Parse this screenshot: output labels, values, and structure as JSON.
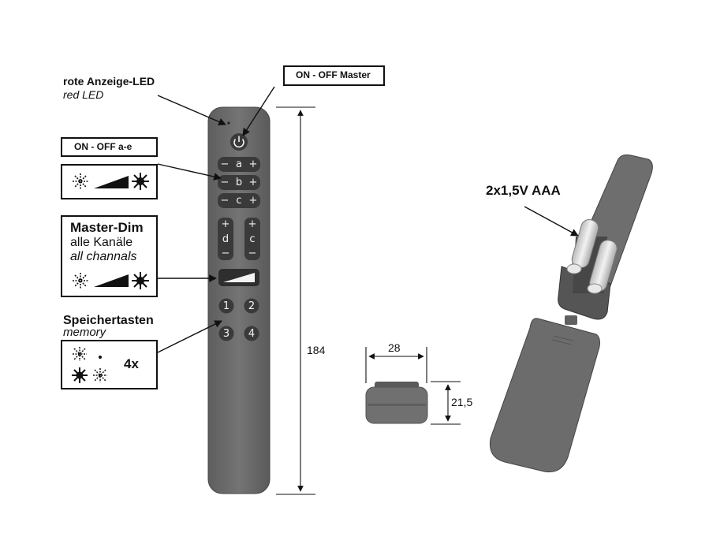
{
  "callouts": {
    "led_de": "rote Anzeige-LED",
    "led_en": "red LED",
    "master_box": "ON - OFF  Master",
    "onoff_box": "ON - OFF   a-e",
    "masterdim_title": "Master-Dim",
    "masterdim_de": "alle Kanäle",
    "masterdim_en": "all channals",
    "memory_de": "Speichertasten",
    "memory_en": "memory",
    "memory_count": "4x"
  },
  "remote": {
    "channels": [
      {
        "minus": "−",
        "label": "a",
        "plus": "+"
      },
      {
        "minus": "−",
        "label": "b",
        "plus": "+"
      },
      {
        "minus": "−",
        "label": "c",
        "plus": "+"
      }
    ],
    "dim": [
      {
        "plus": "+",
        "label": "d",
        "minus": "−"
      },
      {
        "plus": "+",
        "label": "c",
        "minus": "−"
      }
    ],
    "memory_buttons": [
      "1",
      "2",
      "3",
      "4"
    ]
  },
  "dimensions": {
    "length": "184",
    "width": "28",
    "height": "21,5"
  },
  "battery": {
    "label": "2x1,5V AAA"
  },
  "colors": {
    "housing": "#6b6b6b",
    "button": "#3a3a3a",
    "outline": "#111111"
  }
}
